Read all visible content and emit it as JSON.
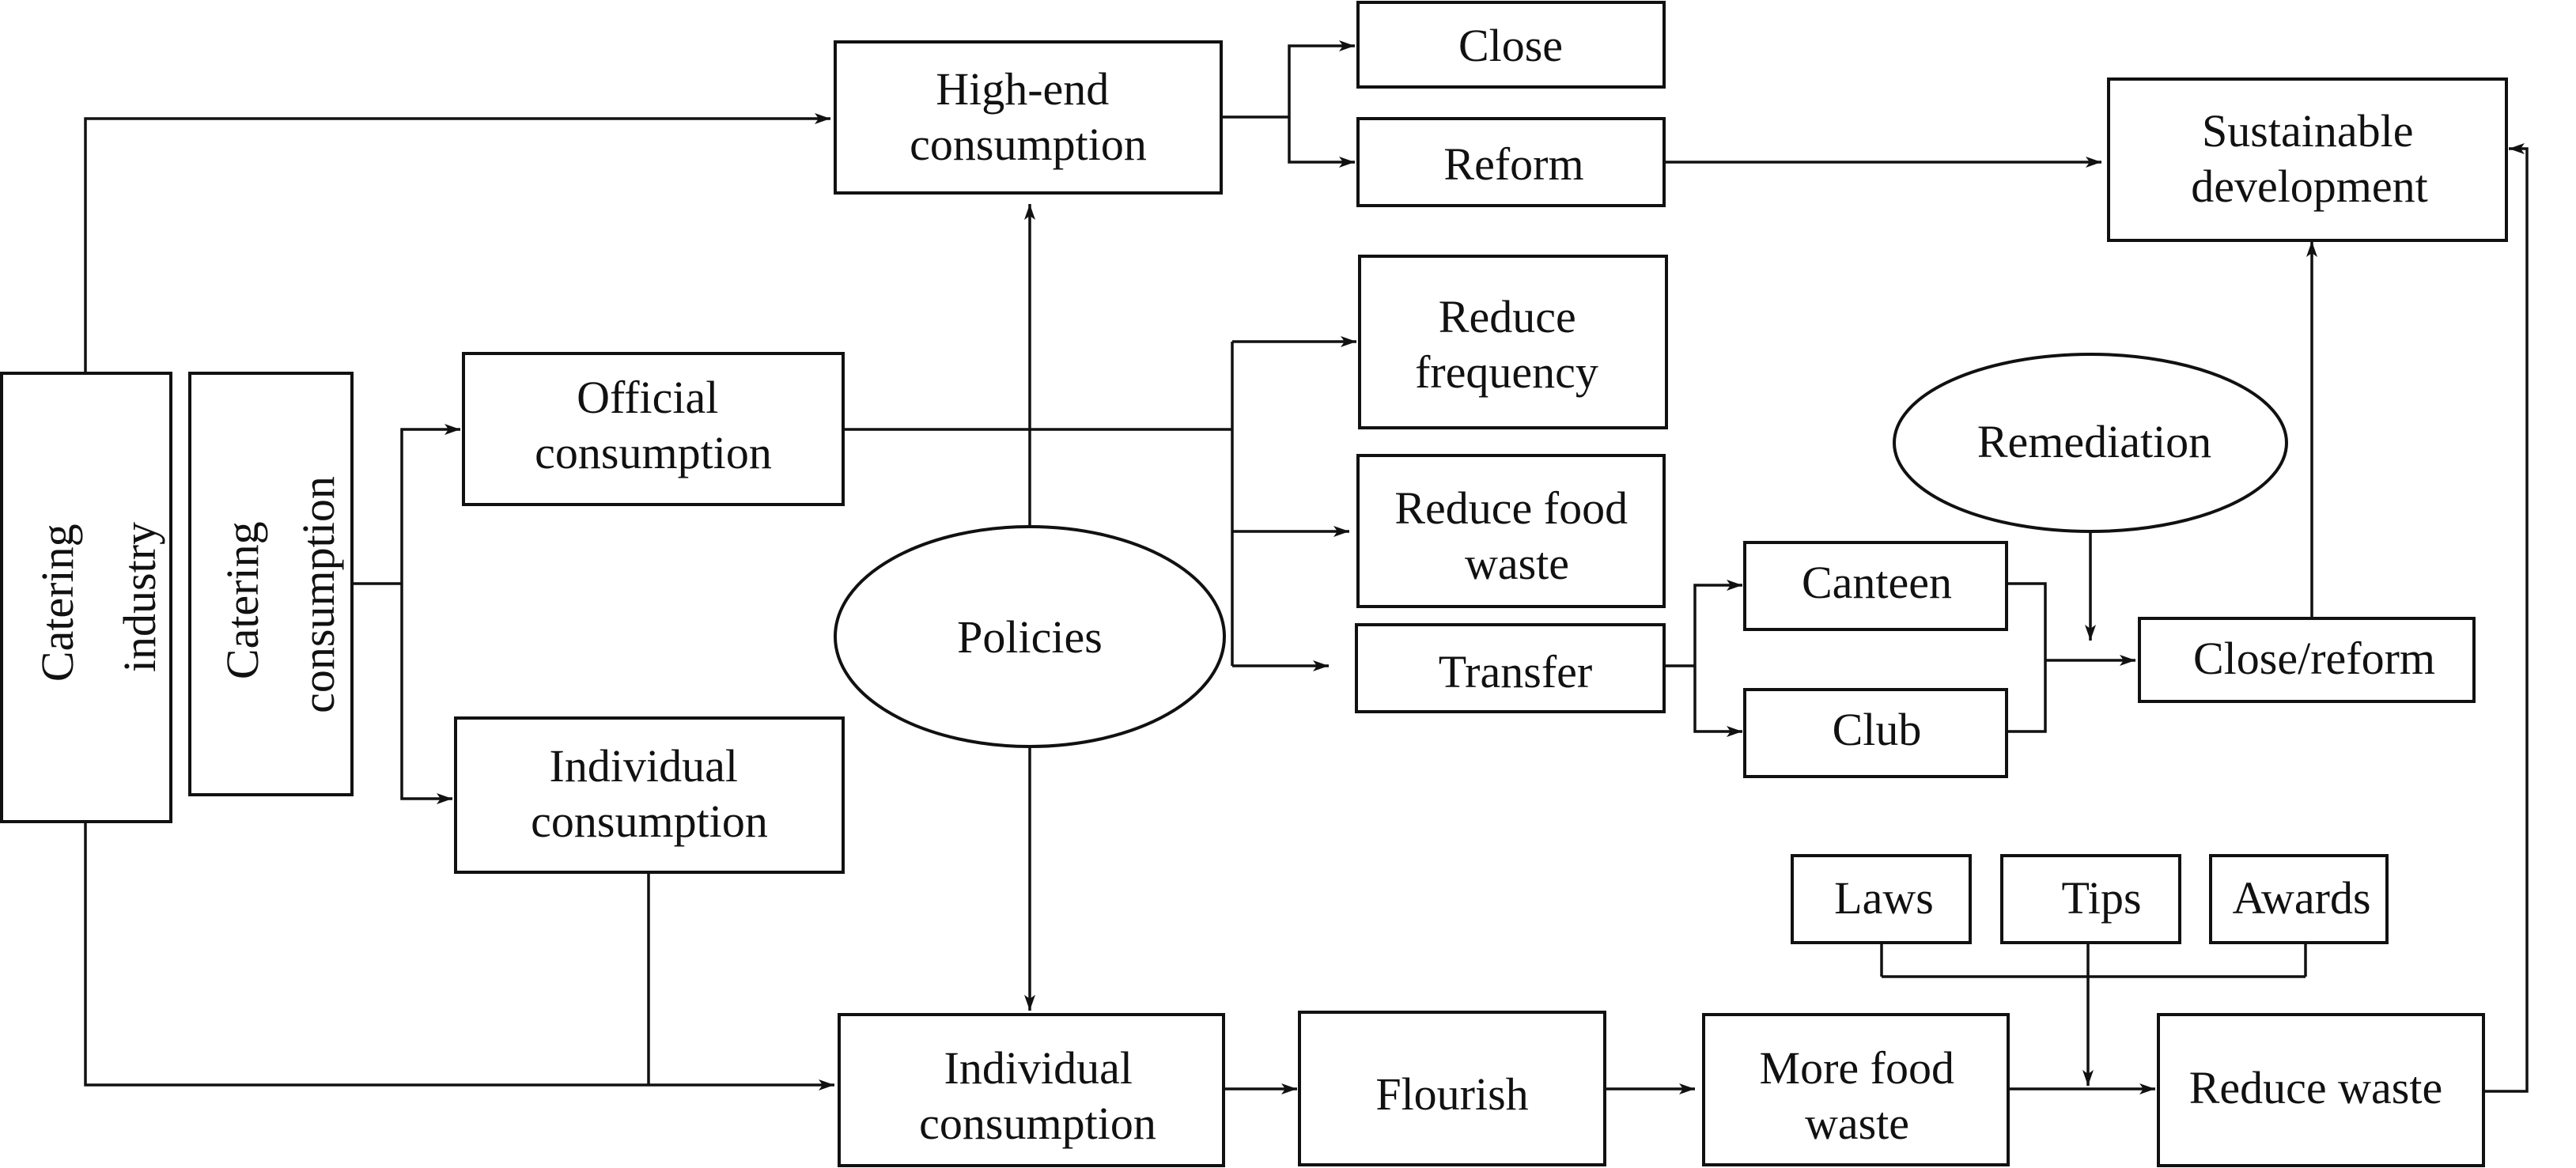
{
  "nodes": {
    "catering_industry": [
      "Catering",
      "industry"
    ],
    "catering_consumption": [
      "Catering",
      "consumption"
    ],
    "high_end": [
      "High-end",
      "consumption"
    ],
    "official": [
      "Official",
      "consumption"
    ],
    "individual_left": [
      "Individual",
      "consumption"
    ],
    "policies": "Policies",
    "close": "Close",
    "reform": "Reform",
    "reduce_frequency": [
      "Reduce",
      "frequency"
    ],
    "reduce_food_waste": [
      "Reduce food",
      "waste"
    ],
    "transfer": "Transfer",
    "canteen": "Canteen",
    "club": "Club",
    "remediation": "Remediation",
    "close_reform": "Close/reform",
    "sustainable": [
      "Sustainable",
      "development"
    ],
    "individual_bottom": [
      "Individual",
      "consumption"
    ],
    "flourish": "Flourish",
    "more_food_waste": [
      "More food",
      "waste"
    ],
    "reduce_waste": "Reduce waste",
    "laws": "Laws",
    "tips": "Tips",
    "awards": "Awards"
  }
}
